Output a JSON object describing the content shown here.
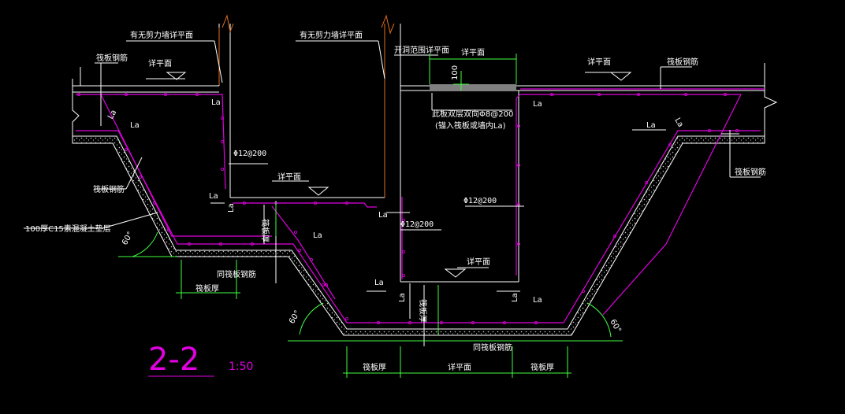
{
  "colors": {
    "background": "#000000",
    "concrete_outline": "#ffffff",
    "rebar": "#e000e0",
    "leader": "#ffffff",
    "wall": "#e07020",
    "dimension": "#40ff40",
    "hatch": "#c8c8c8",
    "gray_block": "#808080"
  },
  "labels": {
    "shear_wall_surface_left": "有无剪力墙详平面",
    "shear_wall_surface_mid": "有无剪力墙详平面",
    "opening_surface": "开洞范围详平面",
    "raft_rebar_left": "筏板钢筋",
    "raft_rebar_right": "筏板钢筋",
    "raft_rebar_right_lower": "筏板钢筋",
    "raft_rebar_slope": "筏板钢筋",
    "see_plan_left": "详平面",
    "see_plan_right": "详平面",
    "see_plan_top_dim": "详平面",
    "see_plan_mid": "详平面",
    "see_plan_low": "详平面",
    "see_plan_bottom_dim": "详平面",
    "slab_two_way": "此板双层双向Φ8@200",
    "slab_anchor": "(锚入筏板或墙内La)",
    "bar_1": "Φ12@200",
    "bar_2": "Φ12@200",
    "bar_3": "Φ12@200",
    "cushion": "100厚C15素混凝土垫层",
    "same_raft_rebar_1": "同筏板钢筋",
    "same_raft_rebar_2": "同筏板钢筋",
    "raft_thickness_1": "筏板厚",
    "raft_thickness_2": "筏板厚",
    "raft_thickness_3": "筏板厚",
    "raft_thickness_v1": "筏板厚",
    "raft_thickness_v2": "筏板厚",
    "dim_100": "100",
    "angle_left": "60°",
    "angle_mid": "60°",
    "angle_right": "60°",
    "la": "La",
    "section_title": "2-2",
    "scale": "1:50"
  }
}
